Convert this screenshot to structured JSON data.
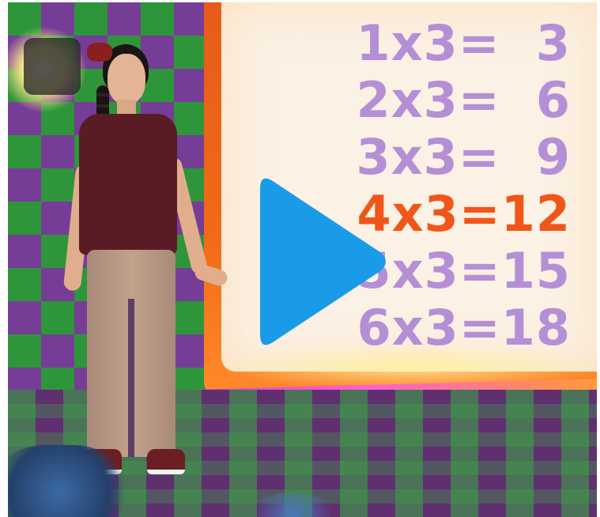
{
  "video": {
    "facts": [
      {
        "expr": "1x3=  3",
        "highlight": false
      },
      {
        "expr": "2x3=  6",
        "highlight": false
      },
      {
        "expr": "3x3=  9",
        "highlight": false
      },
      {
        "expr": "4x3=12",
        "highlight": true
      },
      {
        "expr": "5x3=15",
        "highlight": false
      },
      {
        "expr": "6x3=18",
        "highlight": false
      }
    ],
    "colors": {
      "fact_text": "#b58fd6",
      "fact_highlight": "#f0561a",
      "board_frame": "#f06a18",
      "board": "#fbf1e4",
      "play_button": "#1a9be8"
    },
    "icons": {
      "play": "play-icon"
    }
  }
}
